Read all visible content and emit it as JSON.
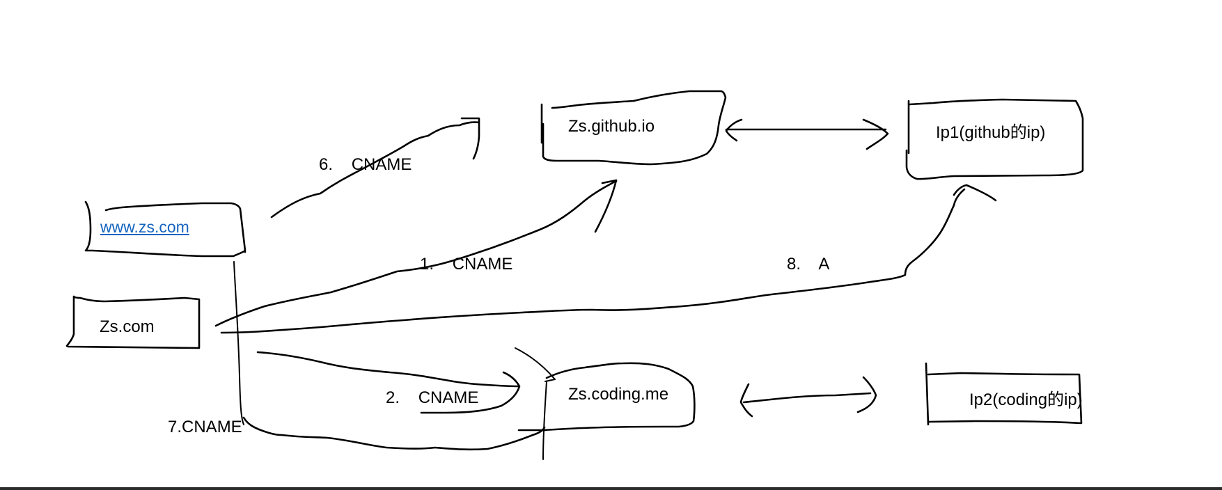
{
  "diagram": {
    "nodes": {
      "www": {
        "label": "www.zs.com",
        "is_link": true
      },
      "zs": {
        "label": "Zs.com"
      },
      "github": {
        "label": "Zs.github.io"
      },
      "ip1": {
        "label": "Ip1(github的ip)"
      },
      "coding": {
        "label": "Zs.coding.me"
      },
      "ip2": {
        "label": "Ip2(coding的ip)"
      }
    },
    "edges": {
      "e1": {
        "label": "1.    CNAME",
        "from": "Zs.com",
        "to": "Zs.github.io"
      },
      "e2": {
        "label": "2.    CNAME",
        "from": "Zs.com",
        "to": "Zs.coding.me"
      },
      "e6": {
        "label": "6.    CNAME",
        "from": "www.zs.com",
        "to": "Zs.github.io"
      },
      "e7": {
        "label": "7.CNAME",
        "from": "www.zs.com",
        "to": "Zs.coding.me"
      },
      "e8": {
        "label": "8.    A",
        "from": "Zs.com",
        "to": "Ip1(github的ip)"
      },
      "github_ip1": {
        "from": "Zs.github.io",
        "to": "Ip1(github的ip)",
        "bidirectional": true
      },
      "coding_ip2": {
        "from": "Zs.coding.me",
        "to": "Ip2(coding的ip)",
        "bidirectional": true
      }
    }
  },
  "colors": {
    "stroke": "#000000",
    "link": "#1565c0",
    "background": "#ffffff"
  }
}
